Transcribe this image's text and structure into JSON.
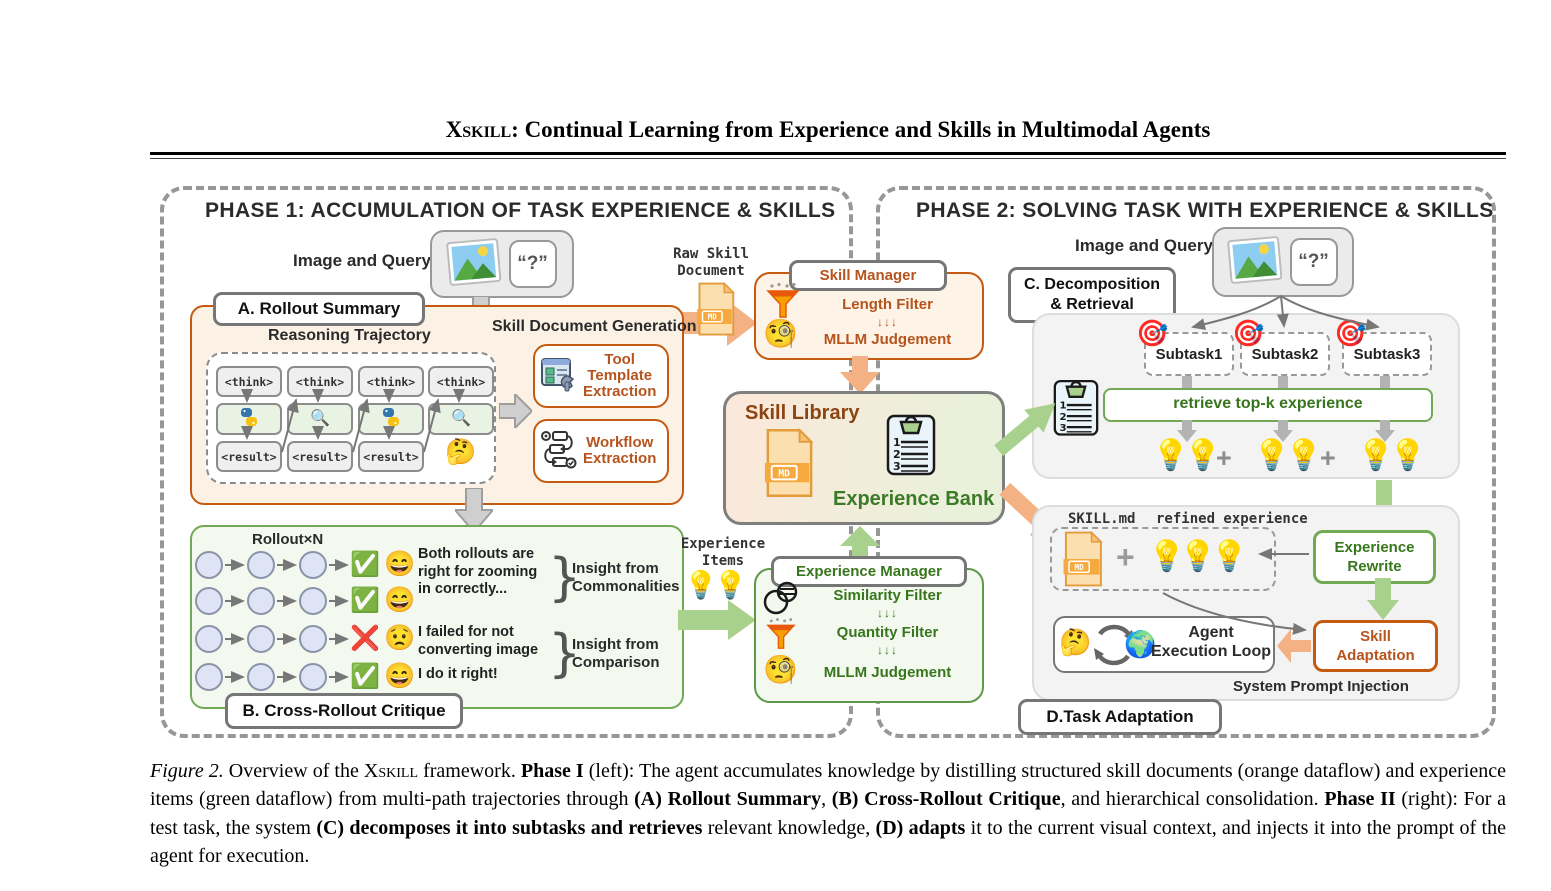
{
  "title": {
    "brand": "X",
    "brand_sc": "skill",
    "rest": ": Continual Learning from Experience and Skills in Multimodal Agents"
  },
  "emojis": {
    "bulb_pair": "💡💡",
    "bulb_triple": "💡💡💡",
    "thinking": "🤔",
    "monocle": "🧐",
    "globe": "🌍",
    "target": "🎯",
    "magnifier": "🔍",
    "plus": "+"
  },
  "phase1": {
    "header": "PHASE 1: ACCUMULATION OF TASK EXPERIENCE & SKILLS",
    "image_query_label": "Image and Query:",
    "query_glyph": "“?”",
    "raw_skill_doc": {
      "line1": "Raw Skill",
      "line2": "Document",
      "md_label": "MD"
    },
    "rollout_summary": {
      "label": "A. Rollout Summary",
      "reasoning_trajectory": "Reasoning Trajectory",
      "skill_doc_generation": "Skill Document Generation",
      "think_token": "<think>",
      "result_token": "<result>",
      "thinking_emoji": "🤔",
      "tool_template_lines": [
        "Tool",
        "Template",
        "Extraction"
      ],
      "workflow_lines": [
        "Workflow",
        "Extraction"
      ]
    },
    "critique": {
      "label": "B. Cross-Rollout Critique",
      "rollout_n": "Rollout×N",
      "rows": [
        {
          "status": "✅",
          "emoji": "😄"
        },
        {
          "status": "✅",
          "emoji": "😄"
        },
        {
          "status": "❌",
          "emoji": "😟"
        },
        {
          "status": "✅",
          "emoji": "😄"
        }
      ],
      "quote1_lines": [
        "Both rollouts are",
        "right for zooming",
        "in correctly..."
      ],
      "quote2_lines": [
        "I failed for not",
        "converting image"
      ],
      "quote3": "I do it right!",
      "brace": "}",
      "insight_commonalities": [
        "Insight from",
        "Commonalities"
      ],
      "insight_comparison": [
        "Insight from",
        "Comparison"
      ]
    },
    "experience_items": {
      "line1": "Experience",
      "line2": "Items",
      "bulbs": "💡💡"
    }
  },
  "pipeline": {
    "skill_manager": {
      "label": "Skill Manager",
      "step1": "Length Filter",
      "arrows": "↓↓↓",
      "step2": "MLLM Judgement",
      "emoji": "🧐"
    },
    "library": {
      "skill_library": "Skill Library",
      "experience_bank": "Experience Bank",
      "md_label": "MD"
    },
    "experience_manager": {
      "label": "Experience Manager",
      "step1": "Similarity Filter",
      "arrows1": "↓↓↓",
      "step2": "Quantity Filter",
      "arrows2": "↓↓↓",
      "step3": "MLLM Judgement",
      "emoji": "🧐"
    }
  },
  "phase2": {
    "header": "PHASE 2: SOLVING TASK WITH EXPERIENCE & SKILLS",
    "image_query_label": "Image and Query:",
    "query_glyph": "“?”",
    "decomposition": {
      "label_lines": [
        "C. Decomposition",
        "& Retrieval"
      ],
      "subtasks": [
        "Subtask1",
        "Subtask2",
        "Subtask3"
      ],
      "target_emoji": "🎯",
      "retrieve_label": "retrieve top-k experience",
      "bulb_pair": "💡💡",
      "plus": "+"
    },
    "adaptation": {
      "label": "D.Task Adaptation",
      "skill_md": "SKILL.md",
      "refined": "refined experience",
      "md_label": "MD",
      "plus": "+",
      "bulbs": "💡💡💡",
      "experience_rewrite_lines": [
        "Experience",
        "Rewrite"
      ],
      "skill_adaptation_lines": [
        "Skill",
        "Adaptation"
      ],
      "agent_loop_lines": [
        "Agent",
        "Execution Loop"
      ],
      "agent_emoji": "🤔",
      "globe_emoji": "🌍",
      "system_prompt": "System Prompt Injection"
    }
  },
  "caption": {
    "segments": [
      {
        "t": "Figure 2.",
        "style": "italic"
      },
      {
        "t": " Overview of the X",
        "style": ""
      },
      {
        "t": "skill",
        "style": "smallcaps"
      },
      {
        "t": " framework. ",
        "style": ""
      },
      {
        "t": "Phase I",
        "style": "bold"
      },
      {
        "t": " (left): The agent accumulates knowledge by distilling structured skill documents (orange dataflow) and experience items (green dataflow) from multi-path trajectories through ",
        "style": ""
      },
      {
        "t": "(A) Rollout Summary",
        "style": "bold"
      },
      {
        "t": ", ",
        "style": ""
      },
      {
        "t": "(B) Cross-Rollout Critique",
        "style": "bold"
      },
      {
        "t": ", and hierarchical consolidation. ",
        "style": ""
      },
      {
        "t": "Phase II",
        "style": "bold"
      },
      {
        "t": " (right): For a test task, the system ",
        "style": ""
      },
      {
        "t": "(C) decomposes it into subtasks and retrieves",
        "style": "bold"
      },
      {
        "t": " relevant knowledge, ",
        "style": ""
      },
      {
        "t": "(D) adapts",
        "style": "bold"
      },
      {
        "t": " it to the current visual context, and injects it into the prompt of the agent for execution.",
        "style": ""
      }
    ]
  },
  "colors": {
    "orange_border": "#c55a11",
    "orange_text": "#b5541d",
    "orange_fill": "#fdf3e7",
    "orange_arrow": "#f4b183",
    "green_border": "#71a954",
    "green_text": "#38761d",
    "green_fill": "#f4f9f0",
    "green_arrow": "#a9d18e",
    "gray_arrow": "#cfcfcf",
    "gray_section": "#f3f3f3",
    "library_brown": "#8b4513"
  }
}
